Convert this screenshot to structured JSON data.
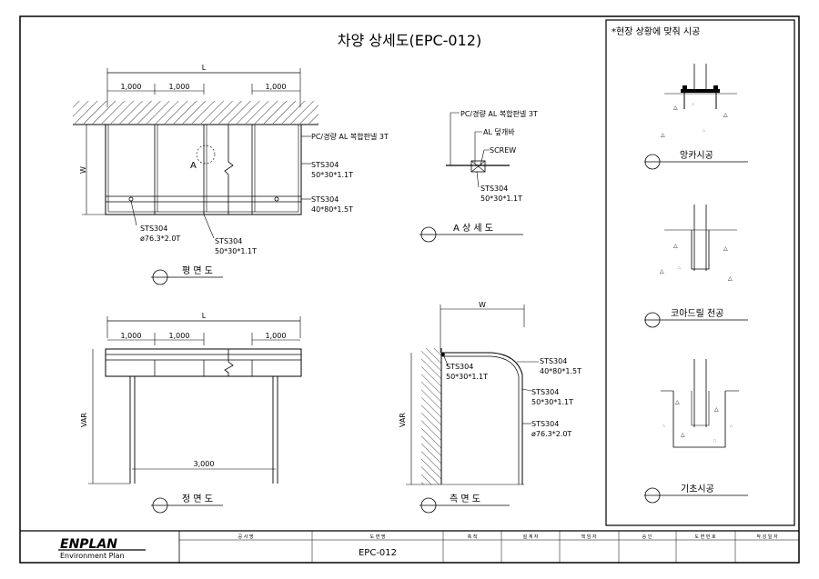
{
  "title": "차양 상세도(EPC-012)",
  "note": "*현장 상황에 맞춰 시공",
  "plan": {
    "dims": [
      "1,000",
      "1,000",
      "1,000"
    ],
    "length_label": "L",
    "width_label": "W",
    "callout_pc": "PC/경량 AL 복합판넬 3T",
    "callout_sts_a": "STS304",
    "callout_sts_a_size": "50*30*1.1T",
    "callout_sts_b": "STS304",
    "callout_sts_b_size": "40*80*1.5T",
    "callout_post": "STS304",
    "callout_post_size": "ø76.3*2.0T",
    "callout_bar": "STS304",
    "callout_bar_size": "50*30*1.1T",
    "detail_mark": "A",
    "view_title": "평 면 도"
  },
  "detail_a": {
    "callout_pc": "PC/경량 AL 복합판넬 3T",
    "callout_al": "AL 덮개바",
    "callout_screw": "SCREW",
    "callout_sts": "STS304",
    "callout_sts_size": "50*30*1.1T",
    "view_title": "A 상 세 도"
  },
  "front": {
    "dims": [
      "1,000",
      "1,000",
      "1,000"
    ],
    "length_label": "L",
    "height_label": "VAR",
    "span": "3,000",
    "view_title": "정 면 도"
  },
  "side": {
    "width_label": "W",
    "height_label": "VAR",
    "callouts": [
      {
        "name": "STS304",
        "size": "50*30*1.1T"
      },
      {
        "name": "STS304",
        "size": "40*80*1.5T"
      },
      {
        "name": "STS304",
        "size": "50*30*1.1T"
      },
      {
        "name": "STS304",
        "size": "ø76.3*2.0T"
      }
    ],
    "view_title": "측 면 도"
  },
  "foundations": [
    {
      "label": "앙카시공"
    },
    {
      "label": "코아드릴 천공"
    },
    {
      "label": "기초시공"
    }
  ],
  "title_block": {
    "logo": "ENPLAN",
    "logo_sub": "Environment Plan",
    "headers": [
      "공 사 명",
      "도 면 명",
      "축 척",
      "설 계 자",
      "책 임 자",
      "승 인",
      "도 면 번 호",
      "작 성 일 자"
    ],
    "drawing_name": "EPC-012"
  }
}
